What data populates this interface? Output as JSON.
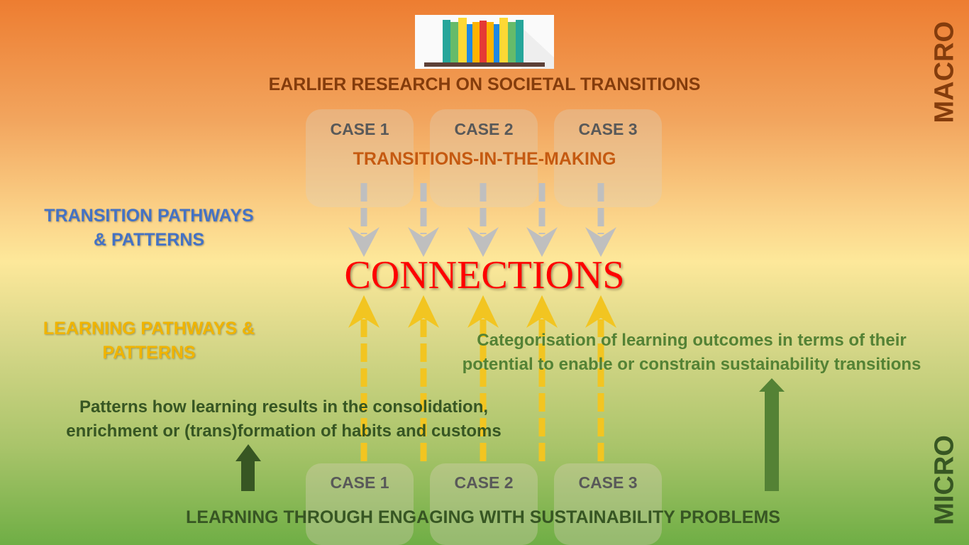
{
  "header": {
    "title": "EARLIER RESEARCH ON SOCIETAL TRANSITIONS",
    "image": "bookshelf-icon"
  },
  "top_cases": [
    "CASE 1",
    "CASE 2",
    "CASE 3"
  ],
  "top_subtitle": "TRANSITIONS-IN-THE-MAKING",
  "center": "CONNECTIONS",
  "left_labels": {
    "transition": [
      "TRANSITION PATHWAYS",
      "& PATTERNS"
    ],
    "learning": [
      "LEARNING PATHWAYS &",
      "PATTERNS"
    ]
  },
  "patterns_text": [
    "Patterns how learning results in the consolidation,",
    "enrichment or (trans)formation of habits and customs"
  ],
  "categorisation_text": [
    "Categorisation of learning outcomes in terms of their",
    "potential to enable or constrain sustainability transitions"
  ],
  "bottom_cases": [
    "CASE 1",
    "CASE 2",
    "CASE 3"
  ],
  "footer": "LEARNING THROUGH ENGAGING WITH SUSTAINABILITY PROBLEMS",
  "side_labels": {
    "top": "MACRO",
    "bottom": "MICRO"
  },
  "colors": {
    "title": "#843C0C",
    "subtitle": "#C55A11",
    "connections": "#FF0000",
    "transition": "#4472C4",
    "learning": "#F0B400",
    "green_text": "#548235",
    "dark_green": "#375623"
  }
}
